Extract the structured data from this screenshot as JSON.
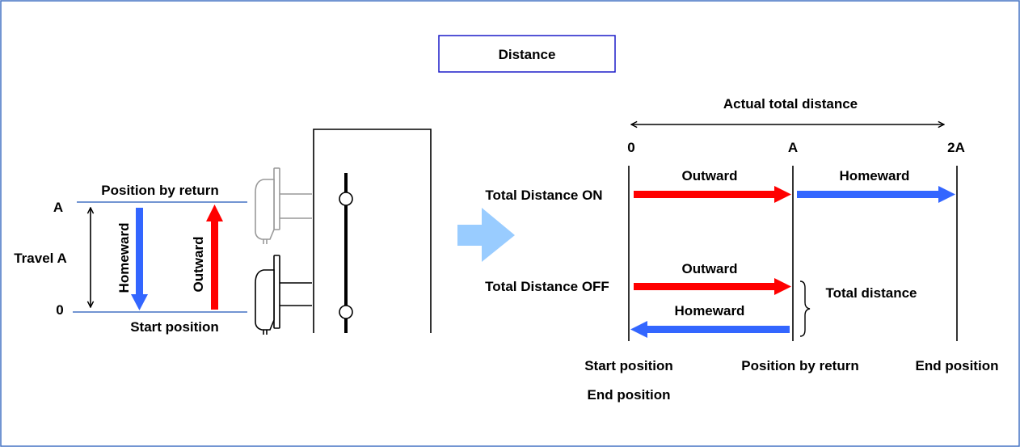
{
  "title": "Distance",
  "colors": {
    "frame": "#4472C4",
    "guide_line": "#4472C4",
    "outward": "#FF0000",
    "homeward": "#3366FF",
    "big_arrow": "#99CCFF",
    "line": "#000000"
  },
  "left_panel": {
    "label_a": "A",
    "label_zero": "0",
    "travel_label": "Travel A",
    "position_by_return": "Position by return",
    "start_position": "Start position",
    "homeward": "Homeward",
    "outward": "Outward",
    "lever_icon": "lever-position-icon"
  },
  "right_panel": {
    "actual_total_distance": "Actual total distance",
    "axis_ticks": [
      "0",
      "A",
      "2A"
    ],
    "rows": {
      "on_label": "Total Distance ON",
      "off_label": "Total Distance OFF"
    },
    "outward": "Outward",
    "homeward": "Homeward",
    "total_distance": "Total distance",
    "bottom_labels": {
      "start_position": "Start position",
      "end_position_below_start": "End position",
      "position_by_return": "Position by return",
      "end_position": "End position"
    }
  }
}
